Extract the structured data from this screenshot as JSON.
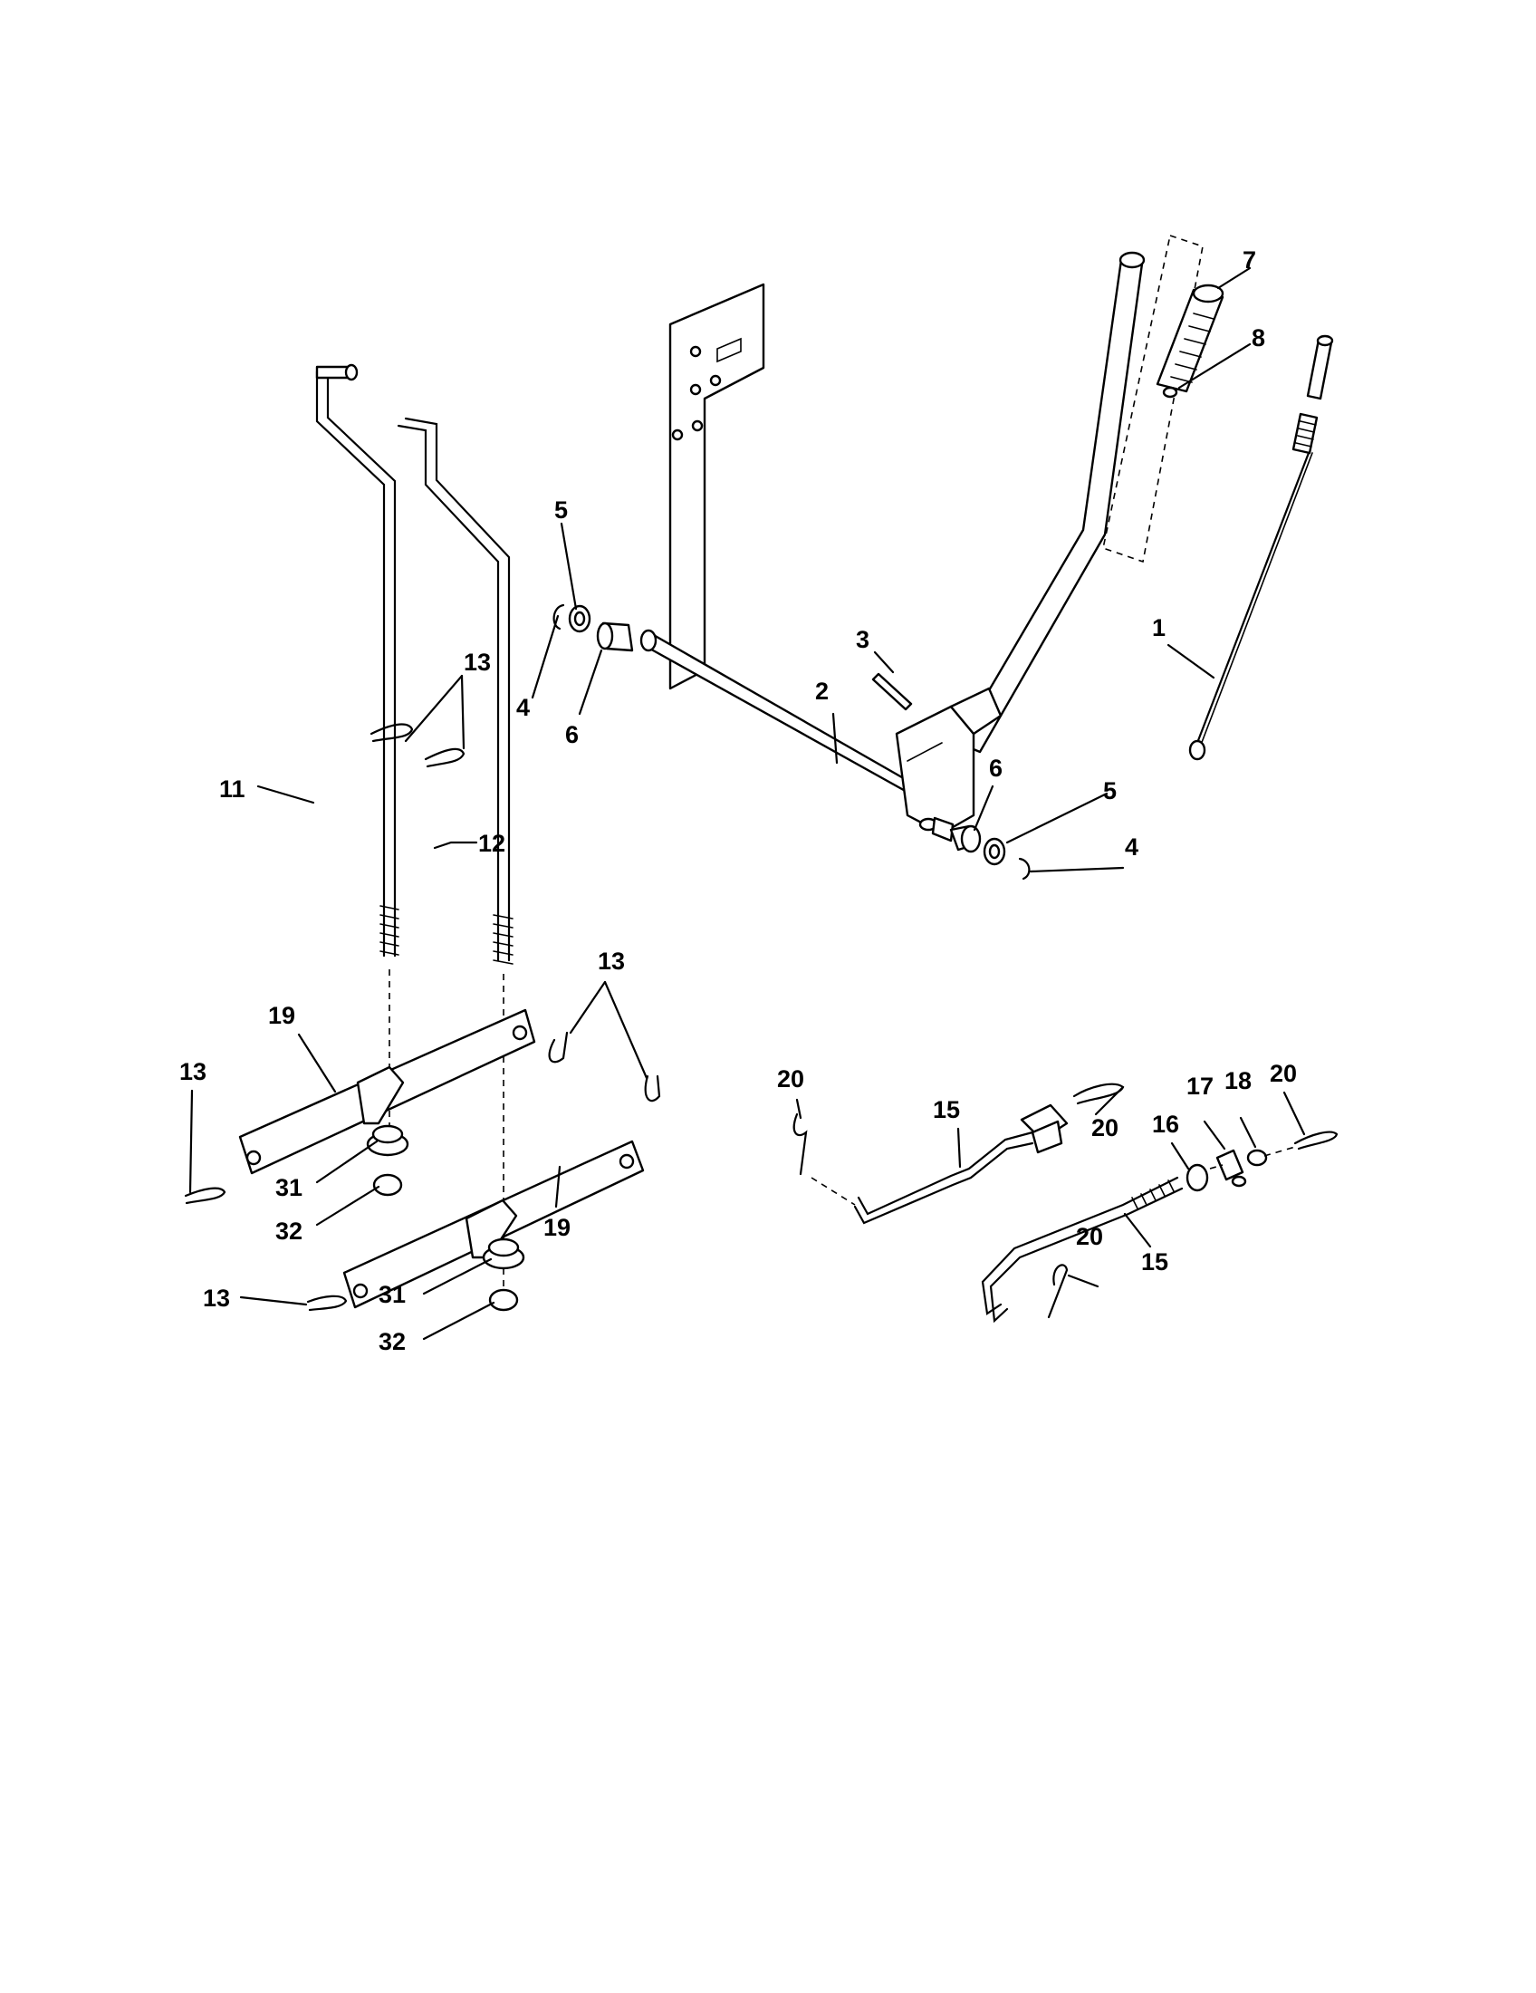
{
  "callouts": {
    "c1": "1",
    "c2": "2",
    "c3": "3",
    "c4a": "4",
    "c4b": "4",
    "c5a": "5",
    "c5b": "5",
    "c6a": "6",
    "c6b": "6",
    "c7": "7",
    "c8": "8",
    "c11": "11",
    "c12": "12",
    "c13a": "13",
    "c13b": "13",
    "c13c": "13",
    "c13d": "13",
    "c15a": "15",
    "c15b": "15",
    "c16": "16",
    "c17": "17",
    "c18": "18",
    "c19a": "19",
    "c19b": "19",
    "c20a": "20",
    "c20b": "20",
    "c20c": "20",
    "c20d": "20",
    "c31a": "31",
    "c31b": "31",
    "c32a": "32",
    "c32b": "32"
  },
  "colors": {
    "ink": "#000000",
    "paper": "#ffffff"
  }
}
